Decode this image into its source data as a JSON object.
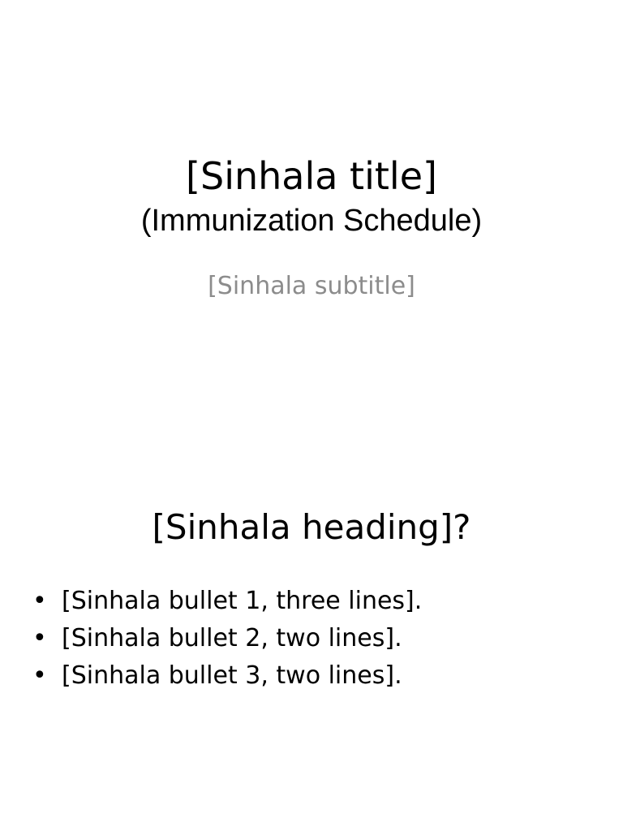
{
  "slides": [
    {
      "title_si": "[Sinhala title]",
      "title_en": "(Immunization Schedule)",
      "subtitle_si": "[Sinhala subtitle]"
    },
    {
      "heading_si": "[Sinhala heading]",
      "heading_punct": "?",
      "bullets": [
        {
          "text": "[Sinhala bullet 1, three lines]",
          "punct": "."
        },
        {
          "text": "[Sinhala bullet 2, two lines]",
          "punct": "."
        },
        {
          "text": "[Sinhala bullet 3, two lines]",
          "punct": "."
        }
      ]
    }
  ]
}
